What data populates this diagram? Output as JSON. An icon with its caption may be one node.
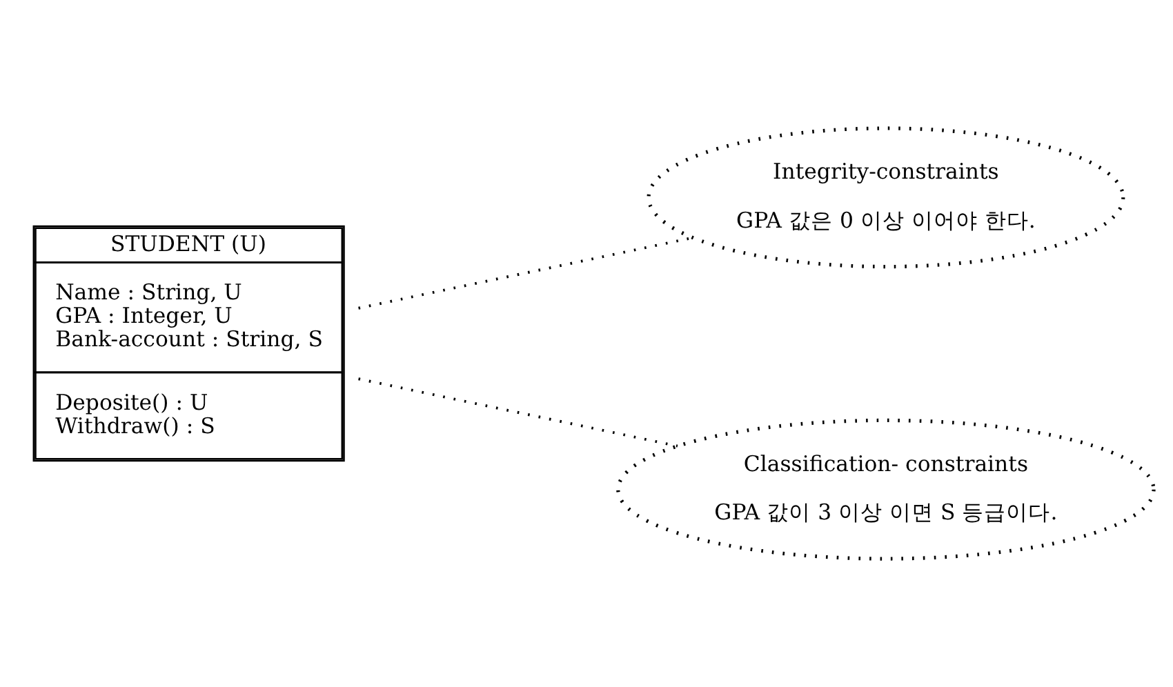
{
  "diagram": {
    "nodes": [
      {
        "text": [
          "STUDENT (U)",
          "Name : String, U",
          "GPA : Integer, U",
          "Bank-account : String, S",
          "Deposite() : U",
          "Withdraw() : S"
        ]
      },
      {
        "text": [
          "Integrity-constraints",
          "GPA 값은 0 이상 이어야 한다."
        ]
      },
      {
        "text": [
          "Classification- constraints",
          "GPA 값이 3 이상 이면 S 등급이다."
        ]
      }
    ],
    "edges": [
      {
        "from": 0,
        "to": 1,
        "arrow": "none",
        "style": "dashed"
      },
      {
        "from": 0,
        "to": 2,
        "arrow": "none",
        "style": "dashed"
      }
    ]
  }
}
